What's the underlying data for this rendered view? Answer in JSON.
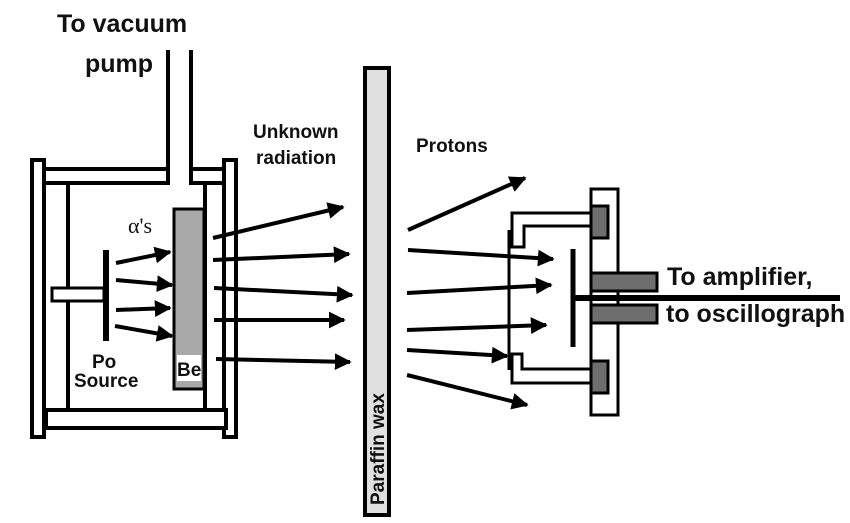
{
  "title": "Chadwick neutron discovery apparatus",
  "labels": {
    "vacuum_line1": "To vacuum",
    "vacuum_line2": "pump",
    "alphas": "α's",
    "po_line1": "Po",
    "po_line2": "Source",
    "be": "Be",
    "unknown_line1": "Unknown",
    "unknown_line2": "radiation",
    "paraffin": "Paraffin wax",
    "protons": "Protons",
    "amplifier_line1": "To amplifier,",
    "amplifier_line2": "to oscillograph"
  },
  "colors": {
    "line": "#000000",
    "beryllium": "#a8a8a8",
    "paraffin": "#e0e0e0",
    "insulator": "#6e6e6e",
    "background": "#ffffff"
  },
  "arrow_groups": {
    "alpha_particles": 4,
    "unknown_radiation": 5,
    "protons": 6
  }
}
